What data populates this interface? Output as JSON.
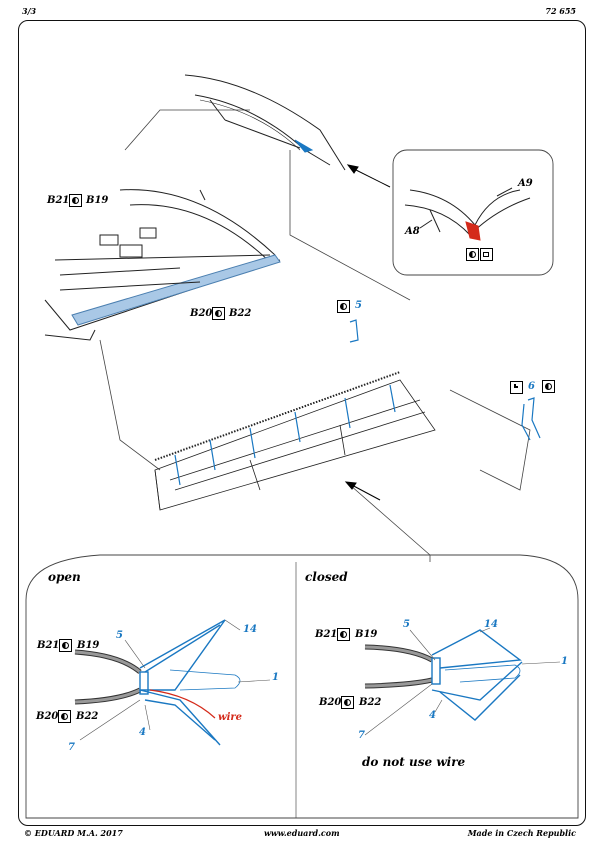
{
  "header": {
    "page": "3/3",
    "set_code": "72 655"
  },
  "top_diagram": {
    "part_a9": "A9",
    "part_a8": "A8",
    "label_b21": "B21",
    "label_b19": "B19",
    "label_b20": "B20",
    "label_b22": "B22",
    "part_5": "5",
    "part_6": "6"
  },
  "open_panel": {
    "title": "open",
    "label_b21": "B21",
    "label_b19": "B19",
    "label_b20": "B20",
    "label_b22": "B22",
    "part_5": "5",
    "part_14": "14",
    "part_1": "1",
    "part_4": "4",
    "part_7": "7",
    "wire": "wire"
  },
  "closed_panel": {
    "title": "closed",
    "label_b21": "B21",
    "label_b19": "B19",
    "label_b20": "B20",
    "label_b22": "B22",
    "part_5": "5",
    "part_14": "14",
    "part_1": "1",
    "part_4": "4",
    "part_7": "7",
    "note": "do not use wire"
  },
  "footer": {
    "copyright": "© EDUARD  M.A. 2017",
    "website": "www.eduard.com",
    "origin": "Made in Czech Republic"
  },
  "colors": {
    "accent_blue": "#1a78c2",
    "wire_red": "#d42a1a"
  },
  "icons": [
    "paint-icon",
    "bend-icon",
    "blank-icon"
  ]
}
